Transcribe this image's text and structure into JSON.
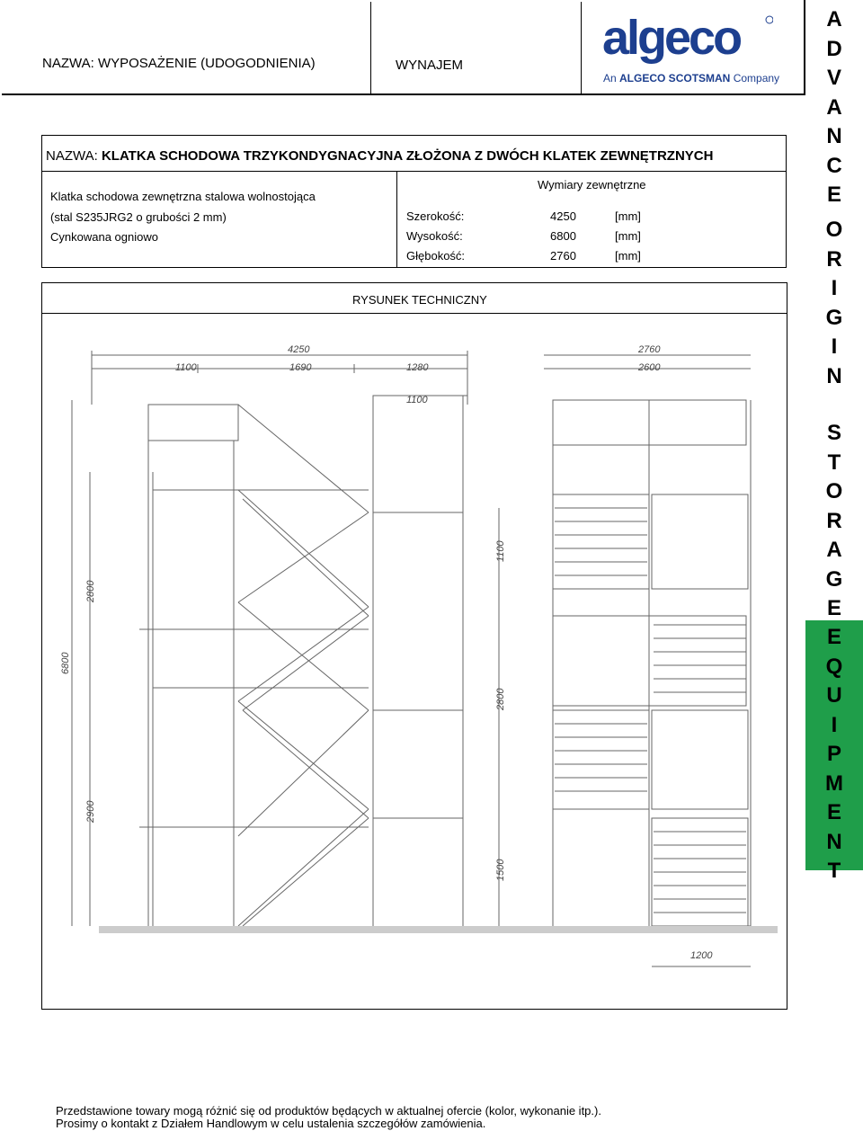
{
  "header": {
    "name": "NAZWA: WYPOSAŻENIE (UDOGODNIENIA)",
    "rent": "WYNAJEM",
    "logo_text": "algeco",
    "logo_sub_prefix": "An ",
    "logo_sub_brand": "ALGECO SCOTSMAN",
    "logo_sub_suffix": " Company"
  },
  "title": {
    "prefix": "NAZWA: ",
    "text": "KLATKA SCHODOWA TRZYKONDYGNACYJNA ZŁOŻONA Z DWÓCH KLATEK ZEWNĘTRZNYCH"
  },
  "description": [
    "Klatka schodowa zewnętrzna stalowa wolnostojąca",
    "(stal S235JRG2 o grubości 2 mm)",
    "Cynkowana ogniowo"
  ],
  "dimensions": {
    "heading": "Wymiary zewnętrzne",
    "rows": [
      {
        "label": "Szerokość:",
        "value": "4250",
        "unit": "[mm]"
      },
      {
        "label": "Wysokość:",
        "value": "6800",
        "unit": "[mm]"
      },
      {
        "label": "Głębokość:",
        "value": "2760",
        "unit": "[mm]"
      }
    ]
  },
  "drawing": {
    "heading": "RYSUNEK TECHNICZNY",
    "dims": {
      "total_width": "4250",
      "w1": "1100",
      "w2": "1690",
      "w3": "1280",
      "w4": "1100",
      "depth": "2760",
      "depth_inner": "2600",
      "h_total": "6800",
      "h1": "2800",
      "h2": "2900",
      "rh1": "1100",
      "rh2": "2800",
      "rh3": "1500",
      "bottom": "1200"
    }
  },
  "side": {
    "words": [
      "ADVANCE",
      "ORIGIN",
      "STORAGE",
      "EQUIPMENT"
    ],
    "green_bg": "#1f9e4a"
  },
  "colors": {
    "logo_blue": "#1d3f8f"
  },
  "footer": {
    "line1": "Przedstawione towary mogą różnić się od produktów będących w aktualnej ofercie (kolor, wykonanie itp.).",
    "line2": "Prosimy o kontakt z Działem Handlowym w celu ustalenia szczegółów zamówienia."
  }
}
